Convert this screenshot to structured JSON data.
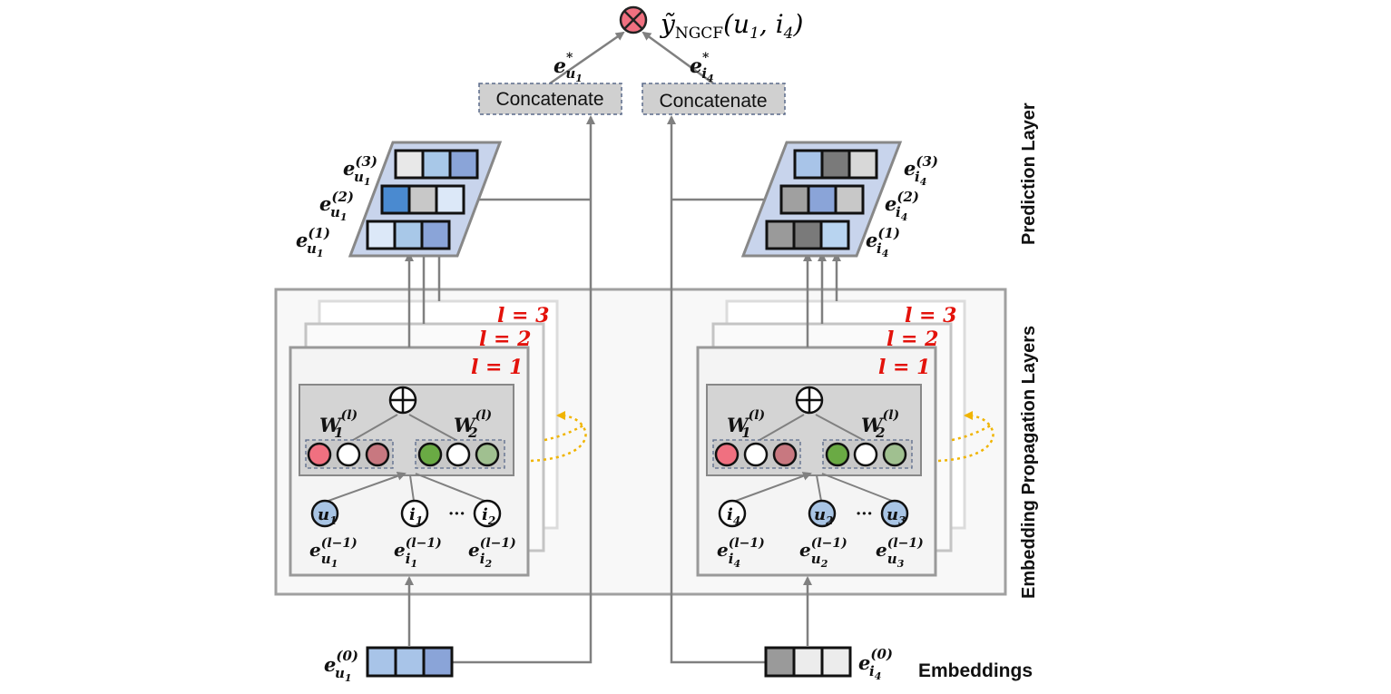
{
  "output": {
    "symbol": "⊗",
    "formula_prefix": "ỹ",
    "formula_sub": "NGCF",
    "formula_args": "(u",
    "formula_arg1_sub": "1",
    "formula_mid": ", i",
    "formula_arg2_sub": "4",
    "formula_end": ")"
  },
  "concat": {
    "left_label": "Concatenate",
    "right_label": "Concatenate",
    "left_vec": "e",
    "left_vec_sup": "*",
    "left_vec_sub": "u",
    "left_vec_subsub": "1",
    "right_vec": "e",
    "right_vec_sup": "*",
    "right_vec_sub": "i",
    "right_vec_subsub": "4"
  },
  "side_labels": {
    "prediction": "Prediction Layer",
    "propagation": "Embedding Propagation Layers",
    "embeddings": "Embeddings"
  },
  "layers": {
    "l3": "l = 3",
    "l2": "l = 2",
    "l1": "l = 1"
  },
  "left": {
    "stack_labels": [
      {
        "e": "e",
        "sup": "(3)",
        "sub": "u",
        "subsub": "1"
      },
      {
        "e": "e",
        "sup": "(2)",
        "sub": "u",
        "subsub": "1"
      },
      {
        "e": "e",
        "sup": "(1)",
        "sub": "u",
        "subsub": "1"
      }
    ],
    "stack_colors": [
      [
        "#e8e8e8",
        "#a8c8e8",
        "#8aa4d8"
      ],
      [
        "#4a8ad0",
        "#c8c8c8",
        "#dce8f8"
      ],
      [
        "#dce8f8",
        "#a8c8e8",
        "#8aa4d8"
      ]
    ],
    "w1": "W",
    "w1_sup": "(l)",
    "w1_sub": "1",
    "w2": "W",
    "w2_sup": "(l)",
    "w2_sub": "2",
    "nodes": [
      {
        "label": "u",
        "sub": "1",
        "fill": "#a8c4e4"
      },
      {
        "label": "i",
        "sub": "1",
        "fill": "#ffffff"
      },
      {
        "label": "i",
        "sub": "2",
        "fill": "#ffffff"
      }
    ],
    "ellipsis": "···",
    "node_labels": [
      {
        "sup": "(l−1)",
        "sub": "u",
        "subsub": "1"
      },
      {
        "sup": "(l−1)",
        "sub": "i",
        "subsub": "1"
      },
      {
        "sup": "(l−1)",
        "sub": "i",
        "subsub": "2"
      }
    ],
    "embedding": {
      "sup": "(0)",
      "sub": "u",
      "subsub": "1",
      "colors": [
        "#a8c4e8",
        "#a8c4e8",
        "#8aa4d8"
      ]
    }
  },
  "right": {
    "stack_labels": [
      {
        "e": "e",
        "sup": "(3)",
        "sub": "i",
        "subsub": "4"
      },
      {
        "e": "e",
        "sup": "(2)",
        "sub": "i",
        "subsub": "4"
      },
      {
        "e": "e",
        "sup": "(1)",
        "sub": "i",
        "subsub": "4"
      }
    ],
    "stack_colors": [
      [
        "#a8c4e8",
        "#7a7a7a",
        "#d8d8d8"
      ],
      [
        "#a0a0a0",
        "#8aa4d8",
        "#c8c8c8"
      ],
      [
        "#9a9a9a",
        "#7a7a7a",
        "#b8d4f0"
      ]
    ],
    "w1": "W",
    "w1_sup": "(l)",
    "w1_sub": "1",
    "w2": "W",
    "w2_sup": "(l)",
    "w2_sub": "2",
    "nodes": [
      {
        "label": "i",
        "sub": "4",
        "fill": "#ffffff"
      },
      {
        "label": "u",
        "sub": "2",
        "fill": "#a8c4e4"
      },
      {
        "label": "u",
        "sub": "3",
        "fill": "#a8c4e4"
      }
    ],
    "ellipsis": "···",
    "node_labels": [
      {
        "sup": "(l−1)",
        "sub": "i",
        "subsub": "4"
      },
      {
        "sup": "(l−1)",
        "sub": "u",
        "subsub": "2"
      },
      {
        "sup": "(l−1)",
        "sub": "u",
        "subsub": "3"
      }
    ],
    "embedding": {
      "sup": "(0)",
      "sub": "i",
      "subsub": "4",
      "colors": [
        "#9a9a9a",
        "#ececec",
        "#ececec"
      ]
    }
  },
  "colors": {
    "line": "#808080",
    "frame": "#a0a0a0",
    "concat_fill": "#d0d0d0",
    "stack_fill": "#c8d4ec",
    "red_node": "#f07080",
    "rose_node": "#c87880",
    "green_node": "#6aaa44",
    "lightgreen_node": "#a0c090",
    "dotted": "#f0b400"
  }
}
